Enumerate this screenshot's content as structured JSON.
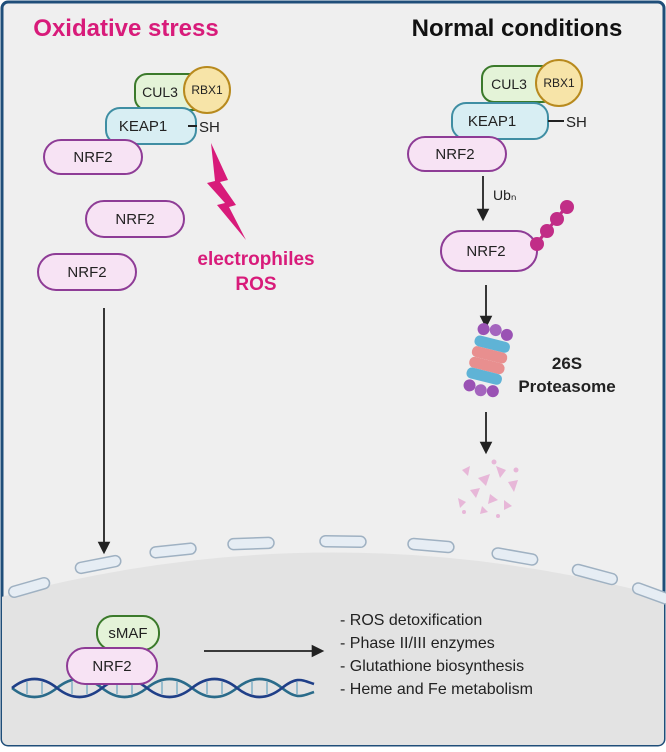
{
  "left": {
    "title": "Oxidative stress",
    "title_color": "#d81b7a",
    "complex": {
      "cul3": "CUL3",
      "rbx1": "RBX1",
      "keap1": "KEAP1",
      "sh": "SH",
      "nrf2": "NRF2"
    },
    "free_nrf2": [
      "NRF2",
      "NRF2"
    ],
    "stressors": [
      "electrophiles",
      "ROS"
    ]
  },
  "right": {
    "title": "Normal conditions",
    "complex": {
      "cul3": "CUL3",
      "rbx1": "RBX1",
      "keap1": "KEAP1",
      "sh": "SH",
      "nrf2": "NRF2"
    },
    "ub_label": "Ubₙ",
    "ubiquitinated_nrf2": "NRF2",
    "proteasome": [
      "26S",
      "Proteasome"
    ]
  },
  "nucleus": {
    "smaf": "sMAF",
    "nrf2": "NRF2",
    "outcomes": [
      "- ROS detoxification",
      "- Phase II/III enzymes",
      "- Glutathione biosynthesis",
      "- Heme and Fe metabolism"
    ]
  },
  "colors": {
    "background": "#eeeeee",
    "border": "#1f4e79",
    "nrf2_fill": "#f7e3f4",
    "nrf2_stroke": "#8e3c96",
    "keap1_fill": "#d8eef3",
    "keap1_stroke": "#3f8ea3",
    "cul3_fill": "#e4f3d8",
    "cul3_stroke": "#3b7a2b",
    "rbx1_fill": "#f7e4a8",
    "rbx1_stroke": "#b88a1e",
    "smaf_fill": "#e4f3d8",
    "ubiquitin": "#c12d87",
    "accent_magenta": "#d81b7a"
  }
}
